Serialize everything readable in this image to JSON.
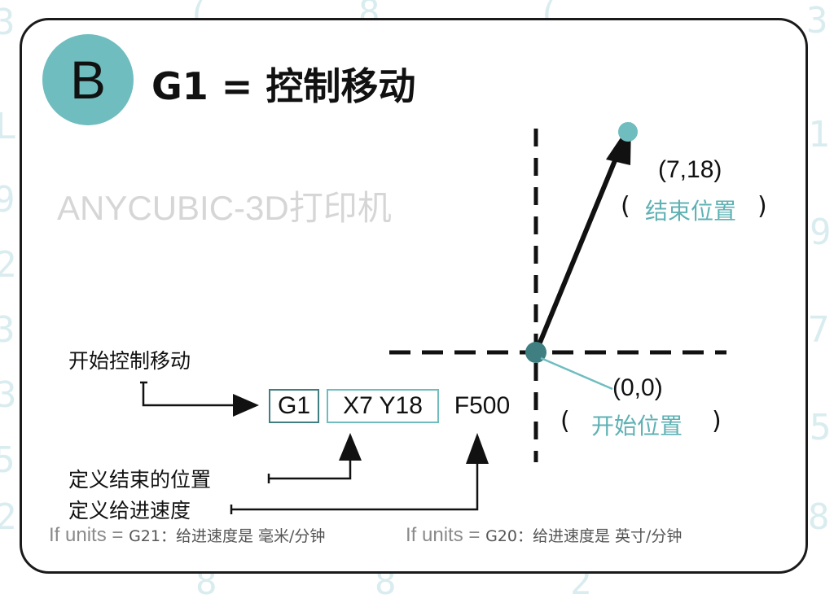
{
  "badge": {
    "letter": "B"
  },
  "title": "G1 = 控制移动",
  "watermark": "ANYCUBIC-3D打印机",
  "end_point": {
    "coord": "(7,18)",
    "label": "结束位置",
    "open": "(",
    "close": ")"
  },
  "start_point": {
    "coord": "(0,0)",
    "label": "开始位置",
    "open": "(",
    "close": ")"
  },
  "code": {
    "g": "G1",
    "xy": "X7 Y18",
    "f": "F500"
  },
  "notes": {
    "start_move": "开始控制移动",
    "define_end": "定义结束的位置",
    "define_feed": "定义给进速度"
  },
  "units": {
    "mm": {
      "prefix": "If units = ",
      "text": "G21：给进速度是 毫米/分钟"
    },
    "inch": {
      "prefix": "If units = ",
      "text": "G20：给进速度是 英寸/分钟"
    }
  },
  "colors": {
    "teal": "#6fbdbf",
    "teal_dark": "#3f7f81",
    "ink": "#111111"
  }
}
